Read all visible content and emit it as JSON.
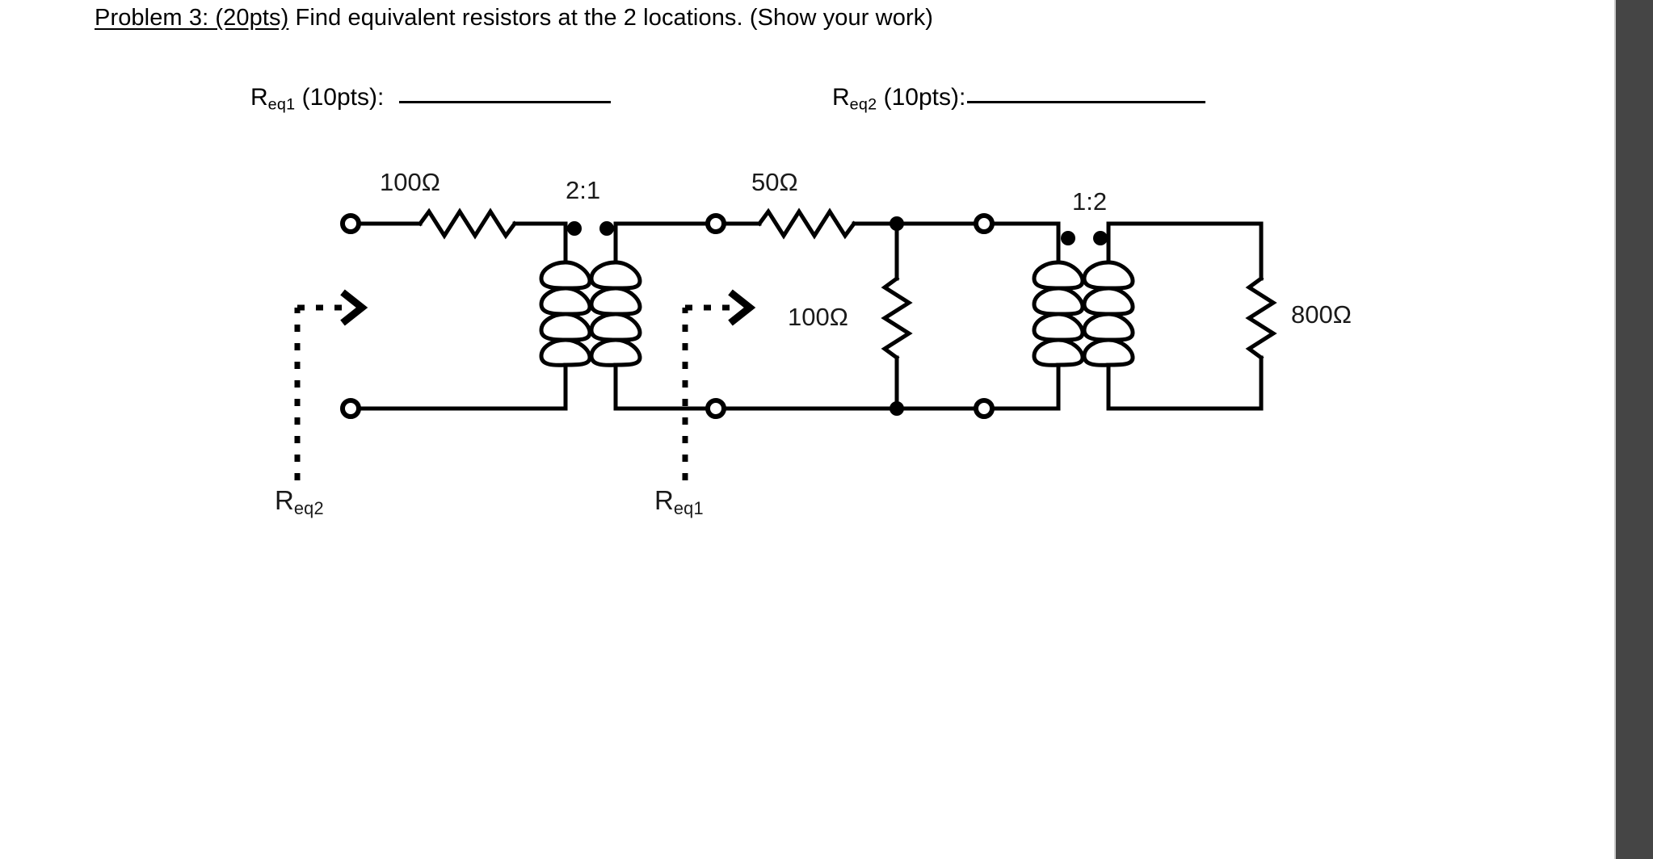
{
  "document": {
    "problem_prefix": "Problem 3: (20pts)",
    "problem_statement": " Find equivalent resistors at the 2 locations. (Show your work)",
    "answers": [
      {
        "symbol": "R",
        "subscript": "eq1",
        "points": " (10pts): ",
        "blank": ""
      },
      {
        "symbol": "R",
        "subscript": "eq2",
        "points": " (10pts):",
        "blank": ""
      }
    ]
  },
  "circuit": {
    "labels": {
      "resistor_source": "100Ω",
      "transformer_left_ratio": "2:1",
      "resistor_series": "50Ω",
      "resistor_shunt": "100Ω",
      "transformer_right_ratio": "1:2",
      "resistor_load": "800Ω",
      "marker_req2_symbol": "R",
      "marker_req2_sub": "eq2",
      "marker_req1_symbol": "R",
      "marker_req1_sub": "eq1"
    },
    "colors": {
      "wire": "#000000",
      "label_text": "#1a1a1a",
      "page_background": "#ffffff",
      "right_strip": "#454545"
    },
    "components": [
      {
        "type": "terminal-pair",
        "name": "left-input-terminals"
      },
      {
        "type": "resistor",
        "name": "source-resistor",
        "value": "100Ω",
        "orientation": "horizontal"
      },
      {
        "type": "transformer",
        "name": "transformer-2to1",
        "ratio": "2:1",
        "dots": "both-top"
      },
      {
        "type": "terminal-pair",
        "name": "mid-terminals"
      },
      {
        "type": "resistor",
        "name": "series-resistor",
        "value": "50Ω",
        "orientation": "horizontal"
      },
      {
        "type": "resistor",
        "name": "shunt-resistor",
        "value": "100Ω",
        "orientation": "vertical"
      },
      {
        "type": "terminal-pair",
        "name": "right-terminals"
      },
      {
        "type": "transformer",
        "name": "transformer-1to2",
        "ratio": "1:2",
        "dots": "both-top"
      },
      {
        "type": "resistor",
        "name": "load-resistor",
        "value": "800Ω",
        "orientation": "vertical"
      }
    ]
  }
}
